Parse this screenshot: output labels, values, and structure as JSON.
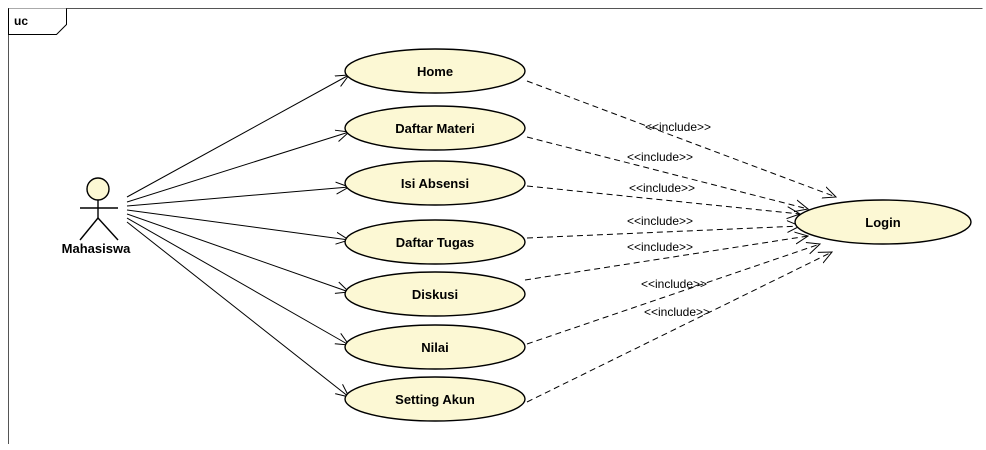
{
  "frame": {
    "label": "uc"
  },
  "actor": {
    "name": "Mahasiswa"
  },
  "use_cases": [
    {
      "id": "home",
      "label": "Home"
    },
    {
      "id": "daftar-materi",
      "label": "Daftar Materi"
    },
    {
      "id": "isi-absensi",
      "label": "Isi Absensi"
    },
    {
      "id": "daftar-tugas",
      "label": "Daftar Tugas"
    },
    {
      "id": "diskusi",
      "label": "Diskusi"
    },
    {
      "id": "nilai",
      "label": "Nilai"
    },
    {
      "id": "setting-akun",
      "label": "Setting Akun"
    }
  ],
  "target": {
    "id": "login",
    "label": "Login"
  },
  "include_labels": [
    "<<include>>",
    "<<include>>",
    "<<include>>",
    "<<include>>",
    "<<include>>",
    "<<include>>",
    "<<include>>"
  ],
  "colors": {
    "usecase_fill": "#fcf8d4",
    "stroke": "#000000",
    "frame_stroke": "#555555"
  }
}
